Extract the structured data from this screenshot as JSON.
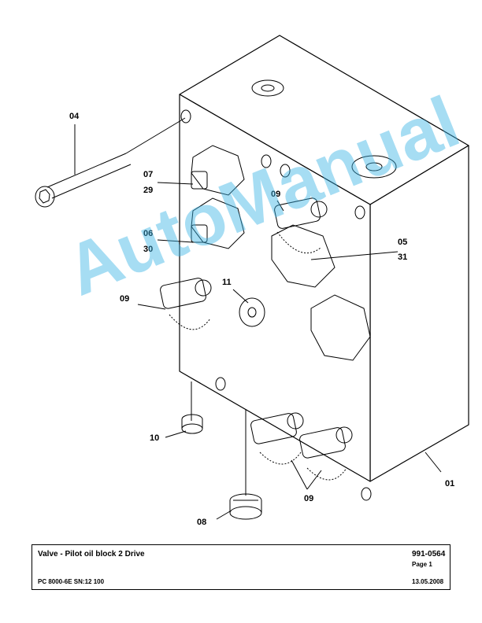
{
  "callouts": {
    "c01": "01",
    "c04": "04",
    "c05": "05",
    "c06": "06",
    "c07": "07",
    "c08": "08",
    "c09a": "09",
    "c09b": "09",
    "c09c": "09",
    "c10": "10",
    "c11": "11",
    "c29": "29",
    "c30": "30",
    "c31": "31"
  },
  "watermark": "AutoManual",
  "title_block": {
    "title": "Valve - Pilot oil block 2 Drive",
    "model": "PC 8000-6E SN:12 100",
    "doc_number": "991-0564",
    "page": "Page 1",
    "date": "13.05.2008"
  }
}
